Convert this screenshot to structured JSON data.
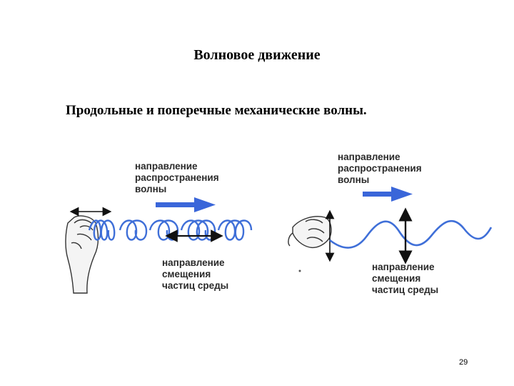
{
  "slide": {
    "title": "Волновое движение",
    "subtitle": "Продольные и поперечные механические волны.",
    "page_number": "29"
  },
  "longitudinal": {
    "propagation_label": "направление\nраспространения\nволны",
    "displacement_label": "направление\nсмещения\nчастиц среды"
  },
  "transverse": {
    "propagation_label": "направление\nраспространения\nволны",
    "displacement_label": "направление\nсмещения\nчастиц среды"
  },
  "colors": {
    "wave_blue": "#3f6fd8",
    "arrow_blue": "#3a66d9",
    "text_dark": "#2a2a2a"
  }
}
